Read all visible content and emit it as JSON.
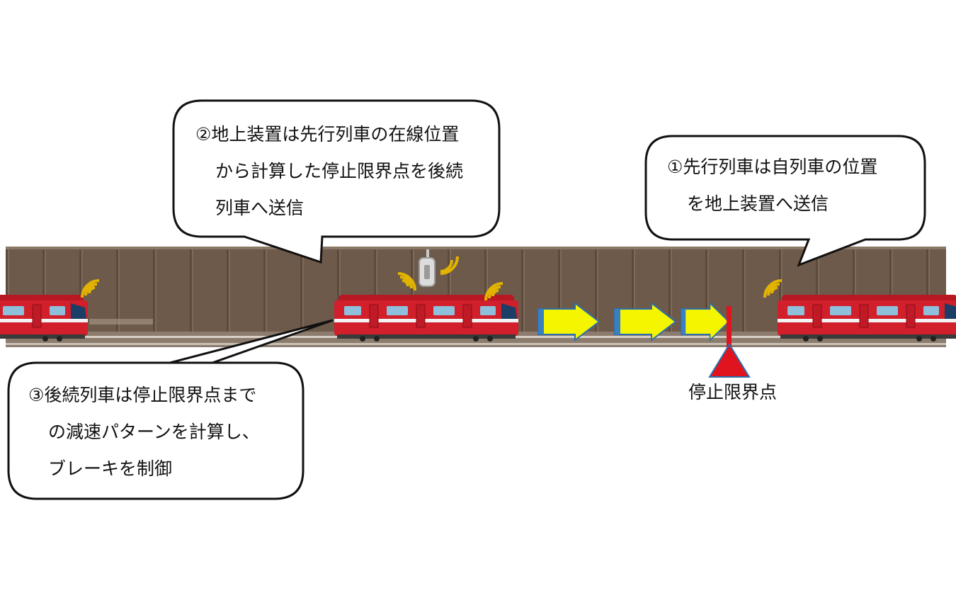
{
  "callouts": {
    "leading": {
      "line1": "①先行列車は自列車の位置",
      "line2": "を地上装置へ送信"
    },
    "ground": {
      "line1": "②地上装置は先行列車の在線位置",
      "line2": "から計算した停止限界点を後続",
      "line3": "列車へ送信"
    },
    "following": {
      "line1": "③後続列車は停止限界点まで",
      "line2": "の減速パターンを計算し、",
      "line3": "ブレーキを制御"
    }
  },
  "stop_point": {
    "label": "停止限界点"
  },
  "colors": {
    "tunnel_wall": "#6e5a4a",
    "train_body": "#d11f2b",
    "arrow_fill": "#f5f500",
    "arrow_edge": "#2a6fb0",
    "signal_waves": "#e2b300",
    "stop_marker": "#e0141e"
  },
  "icons": [
    "train-icon",
    "radio-wave-icon",
    "ground-antenna-icon",
    "progress-arrow-icon",
    "stop-marker-icon"
  ]
}
